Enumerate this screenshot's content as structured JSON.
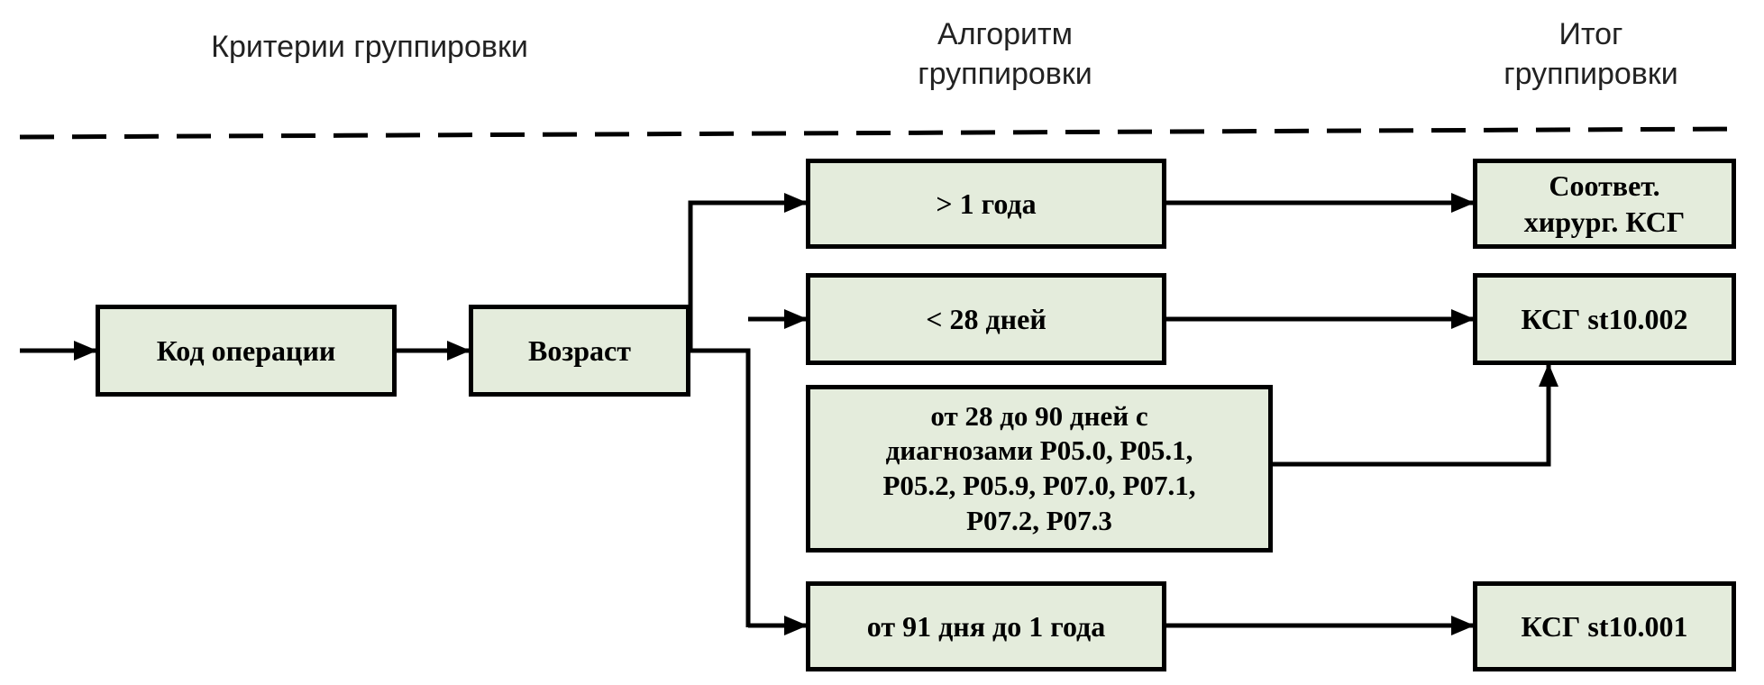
{
  "headers": {
    "criteria": "Критерии группировки",
    "algorithm": [
      "Алгоритм",
      "группировки"
    ],
    "result": [
      "Итог",
      "группировки"
    ]
  },
  "nodes": {
    "operation_code": "Код операции",
    "age": "Возраст",
    "over_1_year": "> 1 года",
    "under_28_days": "< 28 дней",
    "days_28_to_90_lines": [
      "от 28 до 90 дней с",
      "диагнозами P05.0, P05.1,",
      "P05.2, P05.9, P07.0, P07.1,",
      "P07.2, P07.3"
    ],
    "days_91_to_1_year": "от 91 дня до 1 года",
    "result_surgical_lines": [
      "Соответ.",
      "хирург. КСГ"
    ],
    "result_st10_002": "КСГ st10.002",
    "result_st10_001": "КСГ st10.001"
  },
  "colors": {
    "box_fill": "#e4ecdc",
    "box_border": "#000000",
    "line": "#000000"
  }
}
